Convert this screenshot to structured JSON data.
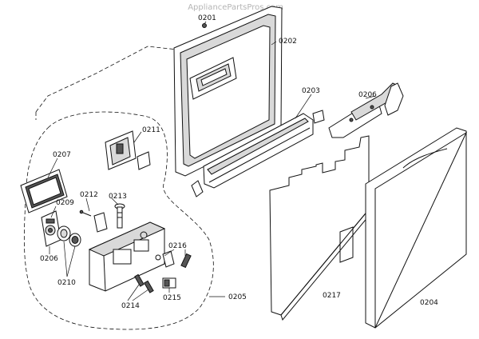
{
  "watermark": "AppliancePartsPros.com",
  "labels": {
    "p0201": "0201",
    "p0202": "0202",
    "p0203": "0203",
    "p0204": "0204",
    "p0205": "0205",
    "p0206a": "0206",
    "p0206b": "0206",
    "p0207": "0207",
    "p0209": "0209",
    "p0210": "0210",
    "p0211": "0211",
    "p0212": "0212",
    "p0213": "0213",
    "p0214": "0214",
    "p0215": "0215",
    "p0216": "0216",
    "p0217": "0217"
  }
}
